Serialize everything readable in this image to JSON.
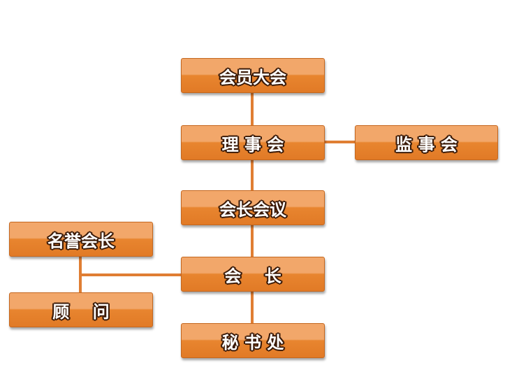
{
  "diagram": {
    "line_color": "#e07e33",
    "box_color_top": "#f2a76a",
    "box_color_bottom": "#e17a26",
    "nodes": {
      "general_assembly": "会员大会",
      "council": "理 事 会",
      "supervisory_board": "监 事 会",
      "presidents_meeting": "会长会议",
      "president": "会    长",
      "honorary_president": "名誉会长",
      "advisor": "顾    问",
      "secretariat": "秘 书 处"
    }
  }
}
